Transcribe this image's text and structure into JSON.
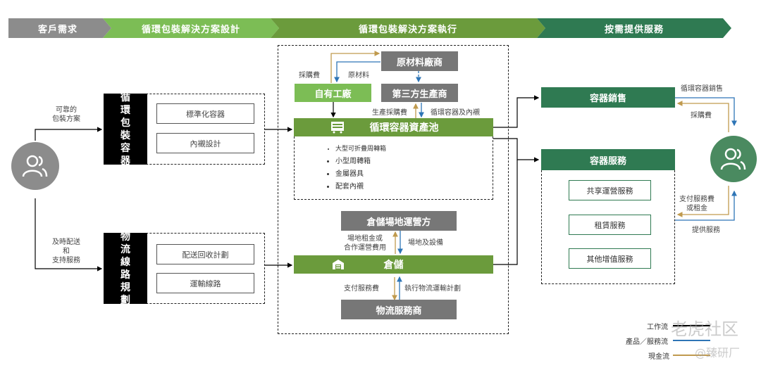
{
  "colors": {
    "stage_gray": "#8c8c8c",
    "stage_light_green": "#7cbd55",
    "stage_mid_green": "#6b9b3c",
    "stage_dark_green": "#2f7a52",
    "work_flow": "#000000",
    "product_flow": "#2e75b6",
    "cash_flow": "#c09a4e"
  },
  "stages": [
    {
      "label": "客戶需求"
    },
    {
      "label": "循環包裝解決方案設計"
    },
    {
      "label": "循環包裝解決方案執行"
    },
    {
      "label": "按需提供服務"
    }
  ],
  "left": {
    "customer_icon": "users-icon",
    "flow_top_label": "可靠的\n包裝方案",
    "flow_top_lines": [
      "可靠的",
      "包裝方案"
    ],
    "flow_bottom_lines": [
      "及時配送",
      "和",
      "支持服務"
    ],
    "packaging": {
      "title_chars": [
        "循",
        "環",
        "包",
        "裝",
        "容",
        "器"
      ],
      "items": [
        "標準化容器",
        "內襯設計"
      ]
    },
    "logistics": {
      "title_chars": [
        "物",
        "流",
        "線",
        "路",
        "規",
        "劃"
      ],
      "items": [
        "配送回收計劃",
        "運輸線路"
      ]
    }
  },
  "center": {
    "raw_material_supplier": "原材料廠商",
    "own_factory": "自有工廠",
    "third_party": "第三方生產商",
    "label_purchase_fee": "採購費",
    "label_raw_material": "原材料",
    "label_production_purchase_fee": "生產採購費",
    "label_containers_liners": "循環容器及內襯",
    "asset_pool": {
      "icon": "container-icon",
      "title": "循環容器資產池",
      "items": [
        "大型可折疊周轉箱",
        "小型周轉箱",
        "金屬器具",
        "配套內襯"
      ]
    },
    "warehouse_operator": "倉儲場地運營方",
    "label_rent_lines": [
      "場地租金或",
      "合作運營費用"
    ],
    "label_site_equipment": "場地及設備",
    "warehouse": {
      "icon": "warehouse-icon",
      "title": "倉儲"
    },
    "label_pay_service_fee": "支付服務費",
    "label_execute_plan": "執行物流運輸計劃",
    "logistics_provider": "物流服務商"
  },
  "right": {
    "container_sales": "容器銷售",
    "container_services": {
      "title": "容器服務",
      "items": [
        "共享運營服務",
        "租賃服務",
        "其他增值服務"
      ]
    },
    "label_sales": "循環容器銷售",
    "label_purchase_fee": "採購費",
    "label_pay_lines": [
      "支付服務費",
      "或租金"
    ],
    "label_provide_service": "提供服務",
    "customer_icon": "users-icon"
  },
  "legend": [
    {
      "label": "工作流",
      "color": "#000000"
    },
    {
      "label": "產品／服務流",
      "color": "#2e75b6"
    },
    {
      "label": "現金流",
      "color": "#c09a4e"
    }
  ],
  "watermark": {
    "line1": "老虎社区",
    "line2": "@臻研厂"
  }
}
